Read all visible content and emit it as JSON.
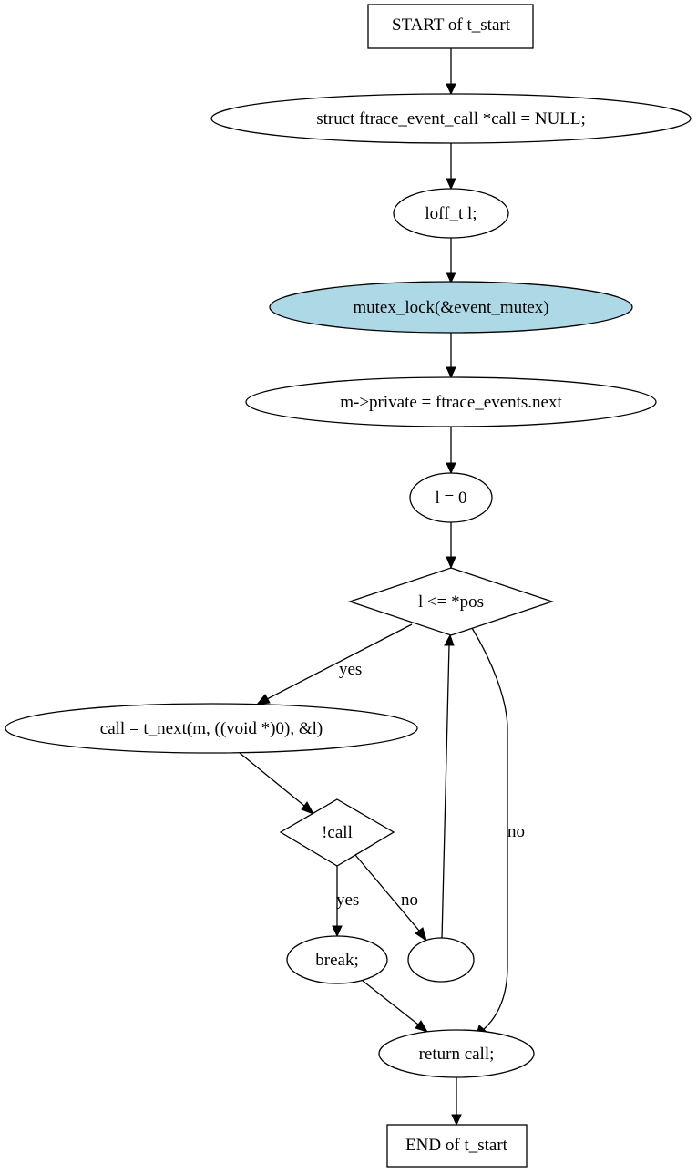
{
  "flowchart": {
    "highlight_color": "#add8e6",
    "nodes": {
      "start": "START of t_start",
      "decl_call": "struct ftrace_event_call *call = NULL;",
      "decl_l": "loff_t l;",
      "mutex_lock": "mutex_lock(&event_mutex)",
      "assign_private": "m->private = ftrace_events.next",
      "init_l": "l = 0",
      "cond_pos": "l <= *pos",
      "call_next": "call = t_next(m, ((void *)0), &l)",
      "cond_call": "!call",
      "break_stmt": "break;",
      "loop_join": "",
      "return_call": "return call;",
      "end": "END of t_start"
    },
    "edge_labels": {
      "pos_yes": "yes",
      "pos_no": "no",
      "call_yes": "yes",
      "call_no": "no"
    }
  }
}
